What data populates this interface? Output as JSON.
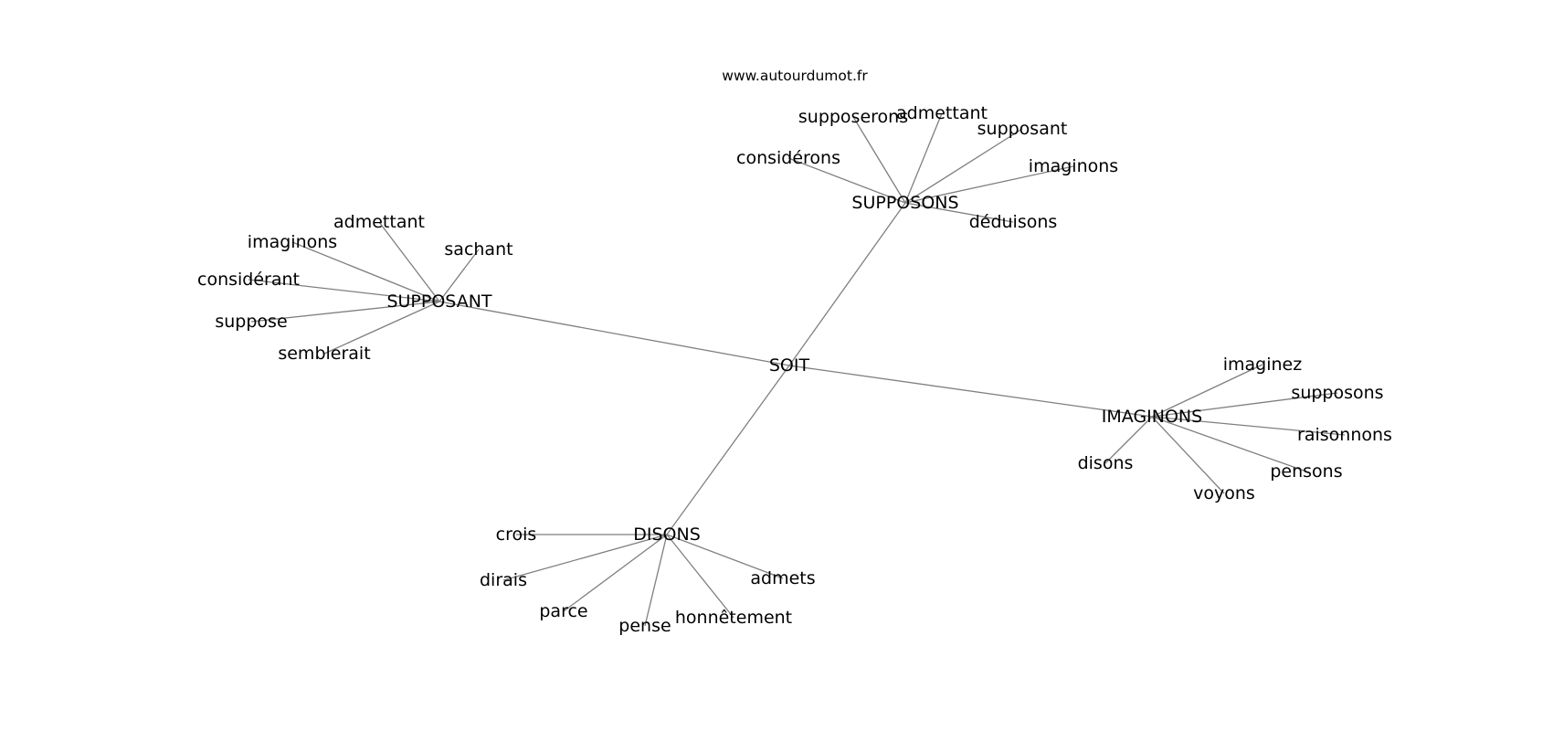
{
  "source": "www.autourdumot.fr",
  "graph": {
    "center": "SOIT",
    "clusters": [
      {
        "hub": "SUPPOSONS",
        "words": [
          "supposerons",
          "admettant",
          "supposant",
          "considérons",
          "imaginons",
          "déduisons"
        ]
      },
      {
        "hub": "SUPPOSANT",
        "words": [
          "admettant",
          "imaginons",
          "sachant",
          "considérant",
          "suppose",
          "semblerait"
        ]
      },
      {
        "hub": "IMAGINONS",
        "words": [
          "imaginez",
          "supposons",
          "raisonnons",
          "disons",
          "pensons",
          "voyons"
        ]
      },
      {
        "hub": "DISONS",
        "words": [
          "crois",
          "dirais",
          "parce",
          "pense",
          "honnêtement",
          "admets"
        ]
      }
    ]
  }
}
